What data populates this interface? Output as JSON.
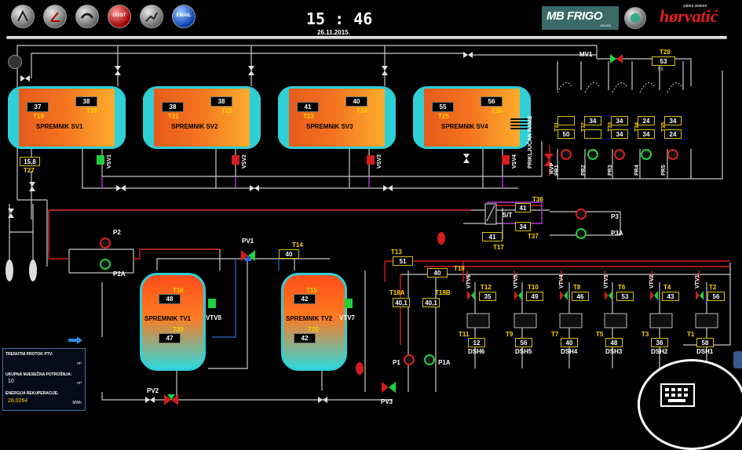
{
  "header": {
    "time": "15 : 46",
    "date": "26.11.2015.",
    "buttons": [
      "home-icon",
      "gauge-icon",
      "pressure-icon",
      "alarm-icon",
      "chart-icon",
      "email-icon"
    ],
    "alarm_button_label": "OGST",
    "email_button_label": "EMAIL",
    "brand": "MB FRIGO",
    "brand_sub": "GRUPA",
    "brand2": "hørvatić",
    "brand2_sub": "zaleni sistemi"
  },
  "tanks_top": [
    {
      "name": "SPREMNIK SV1",
      "v1": "37",
      "t1": "T19",
      "v2": "38",
      "t2": "T20",
      "valve": "VSV1"
    },
    {
      "name": "SPREMNIK SV2",
      "v1": "38",
      "t1": "T21",
      "v2": "38",
      "t2": "T22",
      "valve": "VSV2"
    },
    {
      "name": "SPREMNIK SV3",
      "v1": "41",
      "t1": "T23",
      "v2": "40",
      "t2": "T24",
      "valve": "VSV3"
    },
    {
      "name": "SPREMNIK SV4",
      "v1": "55",
      "t1": "T25",
      "v2": "56",
      "t2": "T26",
      "valve": "VSV4"
    }
  ],
  "left": {
    "t27_val": "15,8",
    "t27": "T27"
  },
  "right_top": {
    "mv1": "MV1",
    "t28": "T28",
    "t28_val": "53",
    "t28_sub": "55",
    "rvp": "RVP",
    "prikljucak": "PRIKLJUČAK RAME",
    "prs": [
      {
        "t": "T31",
        "top": "",
        "val": "50",
        "pr": "PR1"
      },
      {
        "t": "T32",
        "top": "34",
        "val": "",
        "pr": "PR2"
      },
      {
        "t": "T33",
        "top": "34",
        "val": "34",
        "pr": "PR3"
      },
      {
        "t": "T34",
        "top": "24",
        "val": "34",
        "pr": "PR4"
      },
      {
        "t": "T35",
        "top": "34",
        "val": "24",
        "pr": "PR5"
      }
    ]
  },
  "st": {
    "label": "S/T",
    "t36": "T36",
    "t36_val": "41",
    "t17_val": "41",
    "t17": "T17",
    "t37_val": "34",
    "t37": "T37",
    "p3": "P3",
    "p3a": "P3A"
  },
  "bottom": {
    "p2": "P2",
    "p2a": "P2A",
    "pv1": "PV1",
    "pv2": "PV2",
    "pv3": "PV3",
    "t14": "T14",
    "t14_val": "40",
    "t13": "T13",
    "t13_val": "51",
    "tv1": {
      "name": "SPREMNIK TV1",
      "t16": "T16",
      "v16": "48",
      "t30": "T30",
      "v30": "47",
      "valve": "VTV8"
    },
    "tv2": {
      "name": "SPREMNIK TV2",
      "t15": "T15",
      "v15": "42",
      "t29": "T29",
      "v29": "42",
      "valve": "VTV7"
    },
    "t18": "T18",
    "t18_val": "40",
    "t18a": "T18A",
    "t18a_val": "40,1",
    "t18b": "T18B",
    "t18b_val": "40,1",
    "p1": "P1",
    "p1a": "P1A"
  },
  "dsh": [
    {
      "vtv": "VTV6",
      "tt": "T12",
      "tv": "35",
      "tb": "T11",
      "bv": "12",
      "name": "DSH6"
    },
    {
      "vtv": "VTV5",
      "tt": "T10",
      "tv": "49",
      "tb": "T9",
      "bv": "56",
      "name": "DSH5"
    },
    {
      "vtv": "VTV4",
      "tt": "T8",
      "tv": "46",
      "tb": "T7",
      "bv": "40",
      "name": "DSH4"
    },
    {
      "vtv": "VTV3",
      "tt": "T6",
      "tv": "53",
      "tb": "T5",
      "bv": "48",
      "name": "DSH3"
    },
    {
      "vtv": "VTV2",
      "tt": "T4",
      "tv": "43",
      "tb": "T3",
      "bv": "36",
      "name": "DSH2"
    },
    {
      "vtv": "VTV1",
      "tt": "T2",
      "tv": "56",
      "tb": "T1",
      "bv": "58",
      "name": "DSH1"
    }
  ],
  "info": {
    "flow_label": "TRENUTNI PROTOK PTV:",
    "flow_val": "",
    "flow_unit": "m³",
    "month_label": "UKUPNA MJESEČNA POTROŠNJA:",
    "month_val": "10",
    "month_unit": "m³",
    "energy_label": "ENERGIJA REKUPERACIJE:",
    "energy_val": "28,0264",
    "energy_unit": "MWh"
  },
  "colors": {
    "pipe": "#c8c8c8",
    "hot": "#d21e1e",
    "cool": "#2fcfd6",
    "accent": "#ffd400"
  }
}
